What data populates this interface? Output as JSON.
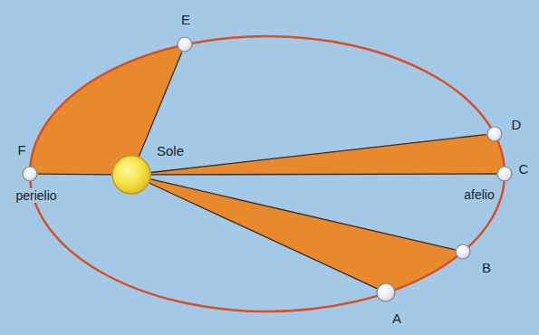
{
  "diagram": {
    "nodes": [
      {
        "text": [
          "E"
        ]
      },
      {
        "text": [
          "D"
        ]
      },
      {
        "text": [
          "F",
          "perielio"
        ]
      },
      {
        "text": [
          "Sole"
        ]
      },
      {
        "text": [
          "C",
          "afelio"
        ]
      },
      {
        "text": [
          "B"
        ]
      },
      {
        "text": [
          "A"
        ]
      }
    ],
    "edges": [
      {
        "from": 3,
        "to": 0,
        "arrow": "none"
      },
      {
        "from": 3,
        "to": 1,
        "arrow": "none"
      },
      {
        "from": 3,
        "to": 4,
        "arrow": "none"
      },
      {
        "from": 3,
        "to": 5,
        "arrow": "none"
      },
      {
        "from": 3,
        "to": 6,
        "arrow": "none"
      },
      {
        "from": 3,
        "to": 2,
        "arrow": "none"
      }
    ]
  }
}
